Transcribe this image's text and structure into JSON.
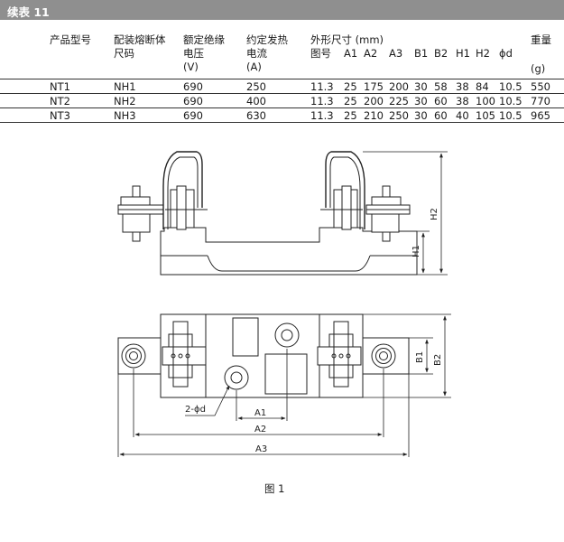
{
  "header": {
    "title": "续表 11"
  },
  "table": {
    "headers": {
      "model": "产品型号",
      "fuse_size": [
        "配装熔断体",
        "尺码"
      ],
      "voltage": [
        "额定绝缘",
        "电压",
        "(V)"
      ],
      "current": [
        "约定发热",
        "电流",
        "(A)"
      ],
      "dims_group": "外形尺寸 (mm)",
      "dims": [
        "图号",
        "A1",
        "A2",
        "A3",
        "B1",
        "B2",
        "H1",
        "H2",
        "ϕd"
      ],
      "weight": [
        "重量",
        "(g)"
      ]
    },
    "rows": [
      {
        "model": "NT1",
        "fuse": "NH1",
        "voltage": "690",
        "current": "250",
        "dims": [
          "11.3",
          "25",
          "175",
          "200",
          "30",
          "58",
          "38",
          "84",
          "10.5"
        ],
        "weight": "550"
      },
      {
        "model": "NT2",
        "fuse": "NH2",
        "voltage": "690",
        "current": "400",
        "dims": [
          "11.3",
          "25",
          "200",
          "225",
          "30",
          "60",
          "38",
          "100",
          "10.5"
        ],
        "weight": "770"
      },
      {
        "model": "NT3",
        "fuse": "NH3",
        "voltage": "690",
        "current": "630",
        "dims": [
          "11.3",
          "25",
          "210",
          "250",
          "30",
          "60",
          "40",
          "105",
          "10.5"
        ],
        "weight": "965"
      }
    ]
  },
  "figure": {
    "caption": "图 1",
    "labels": {
      "h1": "H1",
      "h2": "H2",
      "b1": "B1",
      "b2": "B2",
      "a1": "A1",
      "a2": "A2",
      "a3": "A3",
      "hole": "2-ϕd"
    }
  }
}
